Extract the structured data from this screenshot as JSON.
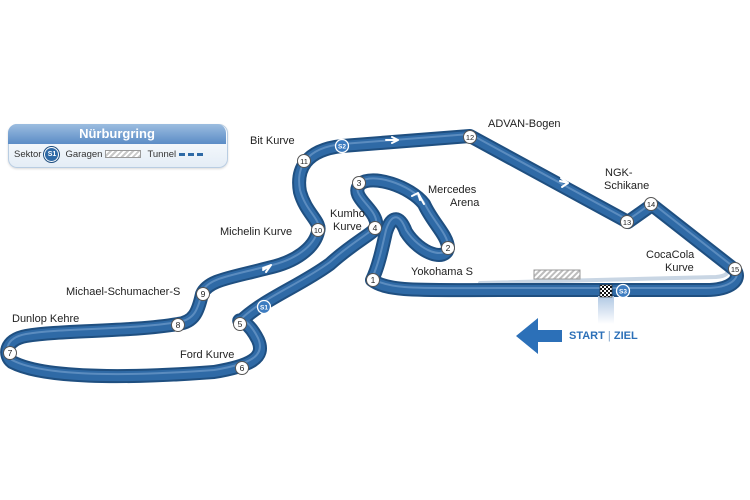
{
  "legend": {
    "title": "Nürburgring",
    "sektor_label": "Sektor",
    "sektor_badge": "S1",
    "garagen_label": "Garagen",
    "tunnel_label": "Tunnel"
  },
  "corners": [
    {
      "num": "1",
      "name": "Yokohama S"
    },
    {
      "num": "2",
      "name": "Mercedes Arena"
    },
    {
      "num": "3",
      "name": ""
    },
    {
      "num": "4",
      "name": "Kumho Kurve"
    },
    {
      "num": "5",
      "name": ""
    },
    {
      "num": "6",
      "name": "Ford Kurve"
    },
    {
      "num": "7",
      "name": "Dunlop Kehre"
    },
    {
      "num": "8",
      "name": ""
    },
    {
      "num": "9",
      "name": "Michael-Schumacher-S"
    },
    {
      "num": "10",
      "name": "Michelin Kurve"
    },
    {
      "num": "11",
      "name": "Bit Kurve"
    },
    {
      "num": "12",
      "name": "ADVAN-Bogen"
    },
    {
      "num": "13",
      "name": "NGK-Schikane"
    },
    {
      "num": "14",
      "name": ""
    },
    {
      "num": "15",
      "name": "CocaCola Kurve"
    }
  ],
  "labels": {
    "mercedes_1": "Mercedes",
    "mercedes_2": "Arena",
    "kumho_1": "Kumho",
    "kumho_2": "Kurve",
    "ngk_1": "NGK-",
    "ngk_2": "Schikane",
    "cocacola_1": "CocaCola",
    "cocacola_2": "Kurve"
  },
  "sectors": [
    "S1",
    "S2",
    "S3"
  ],
  "start_ziel": {
    "start": "START",
    "separator": "|",
    "ziel": "ZIEL"
  },
  "colors": {
    "track": "#2f6aa6",
    "track_edge": "#1f4f80",
    "track_highlight": "#7fa8d4",
    "arrow": "#2c70b8"
  }
}
